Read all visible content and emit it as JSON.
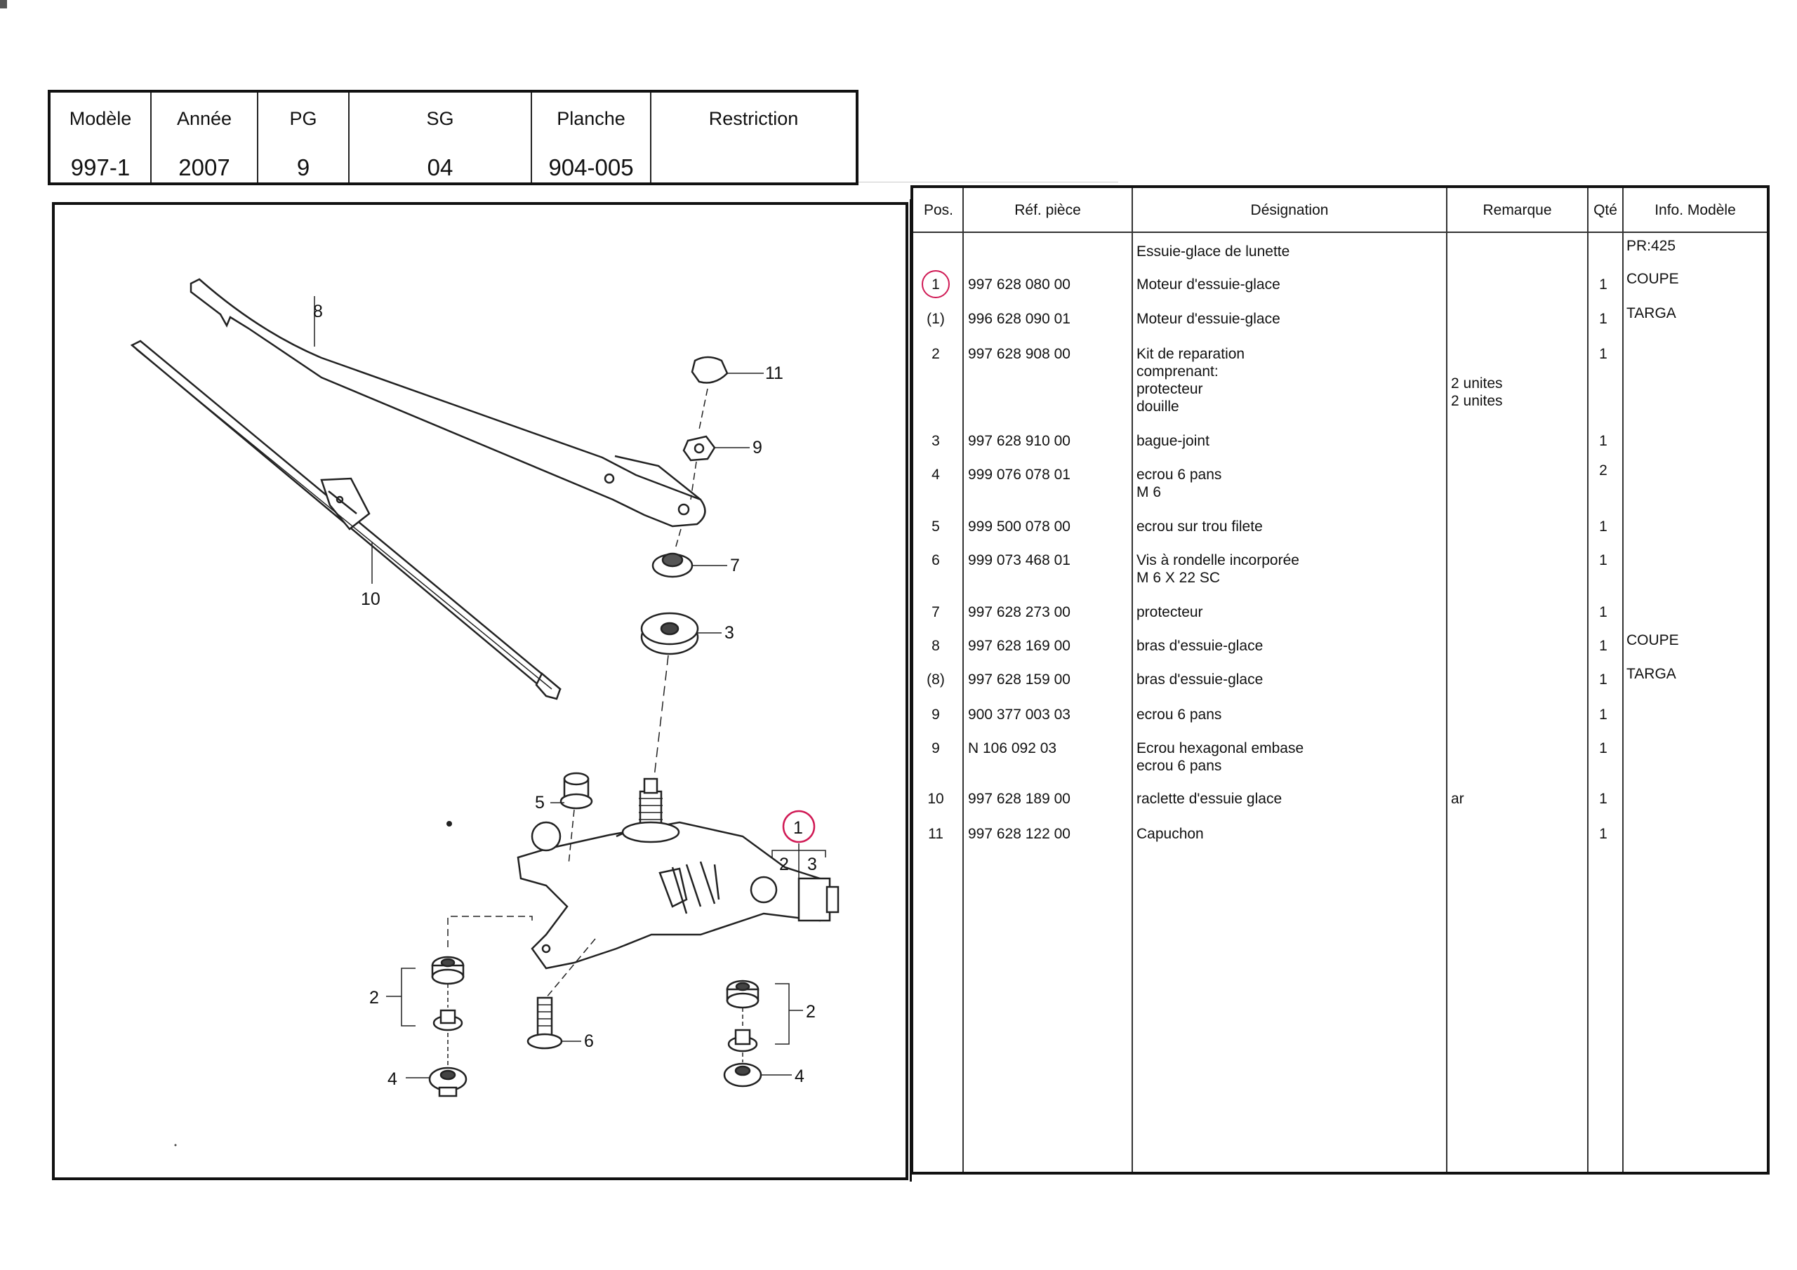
{
  "header": {
    "columns": [
      {
        "label": "Modèle",
        "value": "997-1"
      },
      {
        "label": "Année",
        "value": "2007"
      },
      {
        "label": "PG",
        "value": "9"
      },
      {
        "label": "SG",
        "value": "04"
      },
      {
        "label": "Planche",
        "value": "904-005"
      },
      {
        "label": "Restriction",
        "value": ""
      }
    ]
  },
  "diagram": {
    "callouts": {
      "c1": "1",
      "c2a": "2",
      "c2b": "2",
      "c3a": "3",
      "c3b": "3",
      "c4a": "4",
      "c4b": "4",
      "c5": "5",
      "c6": "6",
      "c7": "7",
      "c8": "8",
      "c9": "9",
      "c10": "10",
      "c11": "11",
      "c2c": "2"
    },
    "accent_color": "#d01a55"
  },
  "parts_table": {
    "headers": {
      "pos": "Pos.",
      "ref": "Réf. pièce",
      "designation": "Désignation",
      "remarque": "Remarque",
      "qte": "Qté",
      "info": "Info. Modèle"
    },
    "rows": [
      {
        "pos": "",
        "ref": "",
        "designation": "Essuie-glace de lunette",
        "remarque": "",
        "qte": "",
        "info": "PR:425"
      },
      {
        "pos": "1",
        "ref": "997 628 080 00",
        "designation": "Moteur d'essuie-glace",
        "remarque": "",
        "qte": "1",
        "info": "COUPE",
        "circled": true
      },
      {
        "pos": "(1)",
        "ref": "996 628 090 01",
        "designation": "Moteur d'essuie-glace",
        "remarque": "",
        "qte": "1",
        "info": "TARGA"
      },
      {
        "pos": "2",
        "ref": "997 628 908 00",
        "designation": "Kit de reparation\ncomprenant:\nprotecteur\ndouille",
        "remarque": "2 unites\n2 unites",
        "qte": "1",
        "info": ""
      },
      {
        "pos": "3",
        "ref": "997 628 910 00",
        "designation": "bague-joint",
        "remarque": "",
        "qte": "1",
        "info": ""
      },
      {
        "pos": "4",
        "ref": "999 076 078 01",
        "designation": "ecrou 6 pans\nM 6",
        "remarque": "",
        "qte": "2",
        "info": ""
      },
      {
        "pos": "5",
        "ref": "999 500 078 00",
        "designation": "ecrou sur trou filete",
        "remarque": "",
        "qte": "1",
        "info": ""
      },
      {
        "pos": "6",
        "ref": "999 073 468 01",
        "designation": "Vis à rondelle incorporée\nM 6 X 22 SC",
        "remarque": "",
        "qte": "1",
        "info": ""
      },
      {
        "pos": "7",
        "ref": "997 628 273 00",
        "designation": "protecteur",
        "remarque": "",
        "qte": "1",
        "info": ""
      },
      {
        "pos": "8",
        "ref": "997 628 169 00",
        "designation": "bras d'essuie-glace",
        "remarque": "",
        "qte": "1",
        "info": "COUPE"
      },
      {
        "pos": "(8)",
        "ref": "997 628 159 00",
        "designation": "bras d'essuie-glace",
        "remarque": "",
        "qte": "1",
        "info": "TARGA"
      },
      {
        "pos": "9",
        "ref": "900 377 003 03",
        "designation": "ecrou 6 pans",
        "remarque": "",
        "qte": "1",
        "info": ""
      },
      {
        "pos": "9",
        "ref": "N   106 092 03",
        "designation": "Ecrou hexagonal embase\necrou 6 pans",
        "remarque": "",
        "qte": "1",
        "info": ""
      },
      {
        "pos": "10",
        "ref": "997 628 189 00",
        "designation": "raclette d'essuie glace",
        "remarque": "ar",
        "qte": "1",
        "info": ""
      },
      {
        "pos": "11",
        "ref": "997 628 122 00",
        "designation": "Capuchon",
        "remarque": "",
        "qte": "1",
        "info": ""
      }
    ]
  }
}
